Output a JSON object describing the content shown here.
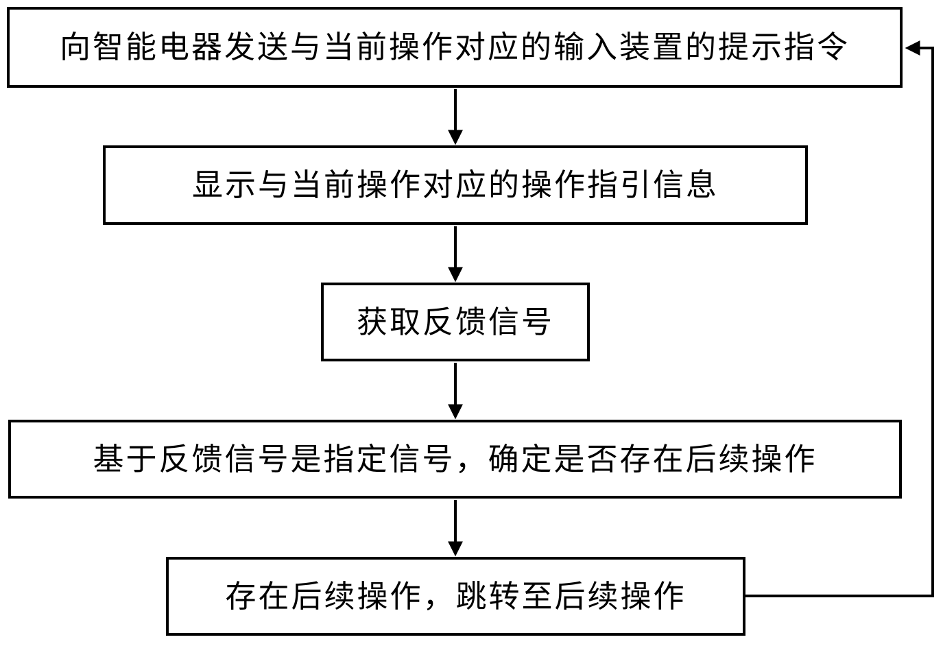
{
  "diagram": {
    "type": "flowchart",
    "background_color": "#ffffff",
    "line_color": "#000000",
    "box_fill_color": "#ffffff",
    "text_color": "#000000",
    "nodes": [
      {
        "id": "step1",
        "label": "向智能电器发送与当前操作对应的输入装置的提示指令"
      },
      {
        "id": "step2",
        "label": "显示与当前操作对应的操作指引信息"
      },
      {
        "id": "step3",
        "label": "获取反馈信号"
      },
      {
        "id": "step4",
        "label": "基于反馈信号是指定信号，确定是否存在后续操作"
      },
      {
        "id": "step5",
        "label": "存在后续操作，跳转至后续操作"
      }
    ],
    "edges": [
      {
        "from": "step1",
        "to": "step2",
        "type": "straight-arrow"
      },
      {
        "from": "step2",
        "to": "step3",
        "type": "straight-arrow"
      },
      {
        "from": "step3",
        "to": "step4",
        "type": "straight-arrow"
      },
      {
        "from": "step4",
        "to": "step5",
        "type": "straight-arrow"
      },
      {
        "from": "step5",
        "to": "step1",
        "type": "feedback-loop-arrow"
      }
    ]
  }
}
